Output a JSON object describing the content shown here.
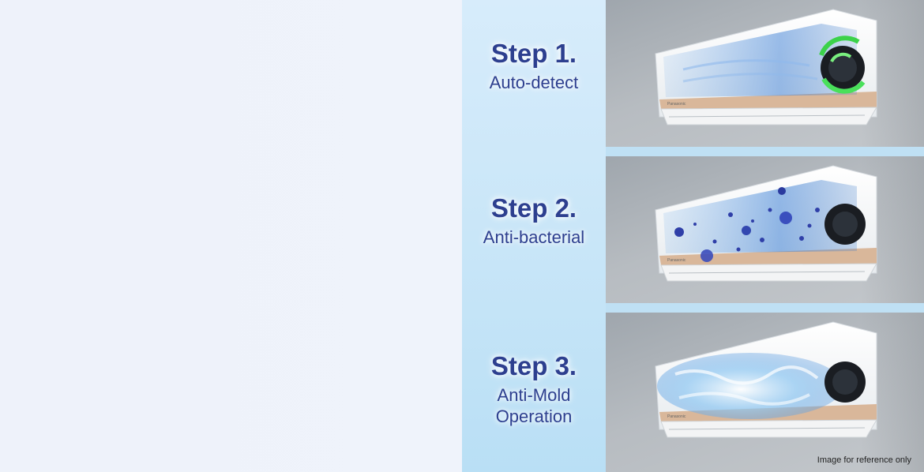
{
  "steps": [
    {
      "title": "Step 1.",
      "description": "Auto-detect",
      "image_icon": "airflow-green-swirl-icon"
    },
    {
      "title": "Step 2.",
      "description": "Anti-bacterial",
      "image_icon": "bacteria-particles-icon"
    },
    {
      "title": "Step 3.",
      "description_line1": "Anti-Mold",
      "description_line2": "Operation",
      "image_icon": "blue-mist-icon"
    }
  ],
  "footnote": "Image for reference only",
  "colors": {
    "text_primary": "#2d3f8f",
    "steps_bg": "#cfe8f9",
    "left_bg": "#eff3fb",
    "ac_accent": "#c9a98a"
  }
}
